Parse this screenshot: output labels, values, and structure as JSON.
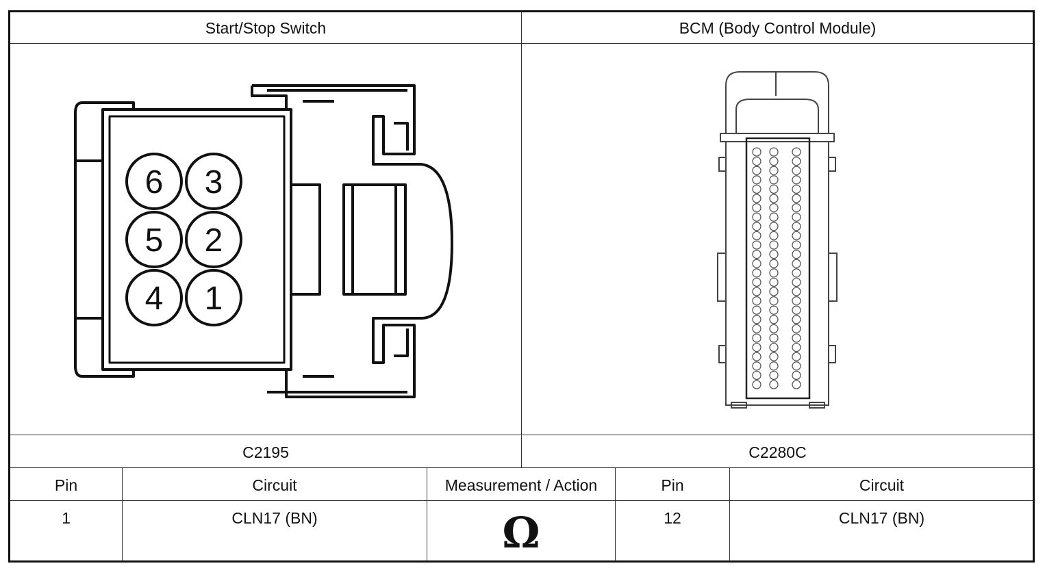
{
  "header": {
    "left_title": "Start/Stop Switch",
    "right_title": "BCM (Body Control Module)"
  },
  "connectors": {
    "left_id": "C2195",
    "right_id": "C2280C",
    "left_pins": [
      "6",
      "3",
      "5",
      "2",
      "4",
      "1"
    ]
  },
  "table": {
    "headers": [
      "Pin",
      "Circuit",
      "Measurement / Action",
      "Pin",
      "Circuit"
    ],
    "row": {
      "pin_a": "1",
      "circuit_a": "CLN17 (BN)",
      "measurement_symbol": "Ω",
      "pin_b": "12",
      "circuit_b": "CLN17 (BN)"
    }
  }
}
